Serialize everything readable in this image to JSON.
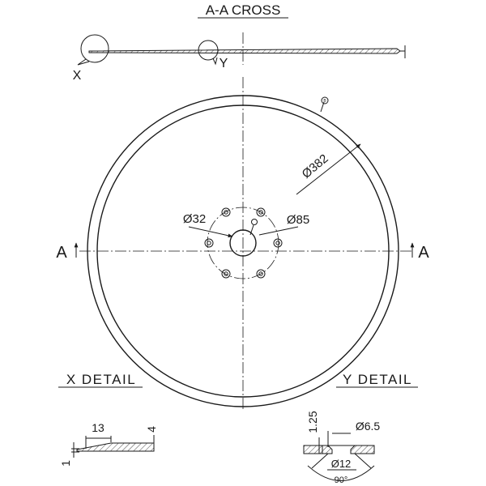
{
  "title": "A-A CROSS",
  "section_marks": {
    "left": "A",
    "right": "A"
  },
  "callouts": {
    "x": "X",
    "y": "Y"
  },
  "dimensions": {
    "outer_diameter": "Ø382",
    "hole_circle": "Ø85",
    "bore": "Ø32",
    "x_width": "13",
    "x_thickness_top": "4",
    "x_thickness_left": "1",
    "y_depth": "1.25",
    "y_hole": "Ø6.5",
    "y_counterbore": "Ø12",
    "y_angle": "90°"
  },
  "details": {
    "x_label": "X DETAIL",
    "y_label": "Y DETAIL"
  },
  "roughness_symbol": "B",
  "colors": {
    "ink": "#1a1a1a",
    "background": "#ffffff"
  }
}
